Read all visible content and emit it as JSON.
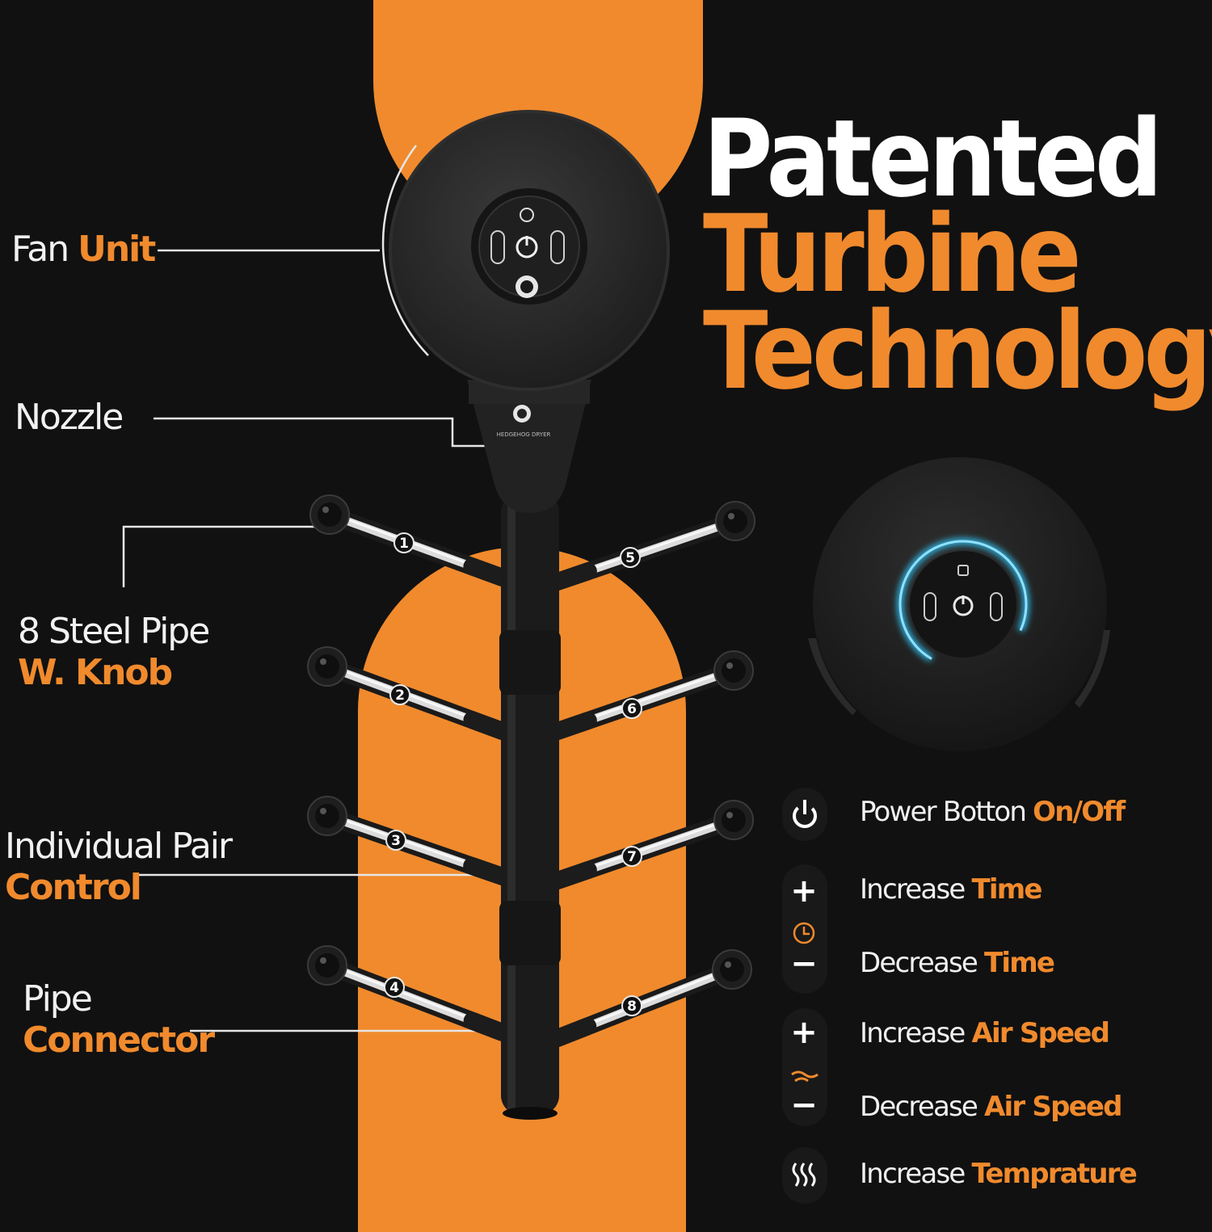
{
  "title": {
    "line1": "Patented",
    "line2": "Turbine",
    "line3": "Technology"
  },
  "labels": {
    "fan_unit": {
      "word": "Fan",
      "accent": "Unit"
    },
    "nozzle": {
      "word": "Nozzle"
    },
    "steel_pipe": {
      "word": "8 Steel Pipe",
      "accent": "W. Knob"
    },
    "pair_control": {
      "word": "Individual Pair",
      "accent": "Control"
    },
    "pipe_connector": {
      "word": "Pipe",
      "accent": "Connector"
    }
  },
  "pipe_numbers": [
    "1",
    "2",
    "3",
    "4",
    "5",
    "6",
    "7",
    "8"
  ],
  "nozzle_brand": "HEDGEHOG DRYER",
  "controls": [
    {
      "icon": "power-icon",
      "symbol": "",
      "word": "Power Botton",
      "accent": "On/Off"
    },
    {
      "icon": "plus-icon",
      "symbol": "+",
      "word": "Increase",
      "accent": "Time"
    },
    {
      "icon": "minus-icon",
      "symbol": "−",
      "word": "Decrease",
      "accent": "Time"
    },
    {
      "icon": "plus-icon",
      "symbol": "+",
      "word": "Increase",
      "accent": "Air Speed"
    },
    {
      "icon": "minus-icon",
      "symbol": "−",
      "word": "Decrease",
      "accent": "Air Speed"
    },
    {
      "icon": "heat-icon",
      "symbol": "",
      "word": "Increase",
      "accent": "Temprature"
    }
  ],
  "colors": {
    "background": "#111111",
    "accent": "#f08a2d",
    "text": "#f1f1f1",
    "glow": "#2fb8e6"
  }
}
